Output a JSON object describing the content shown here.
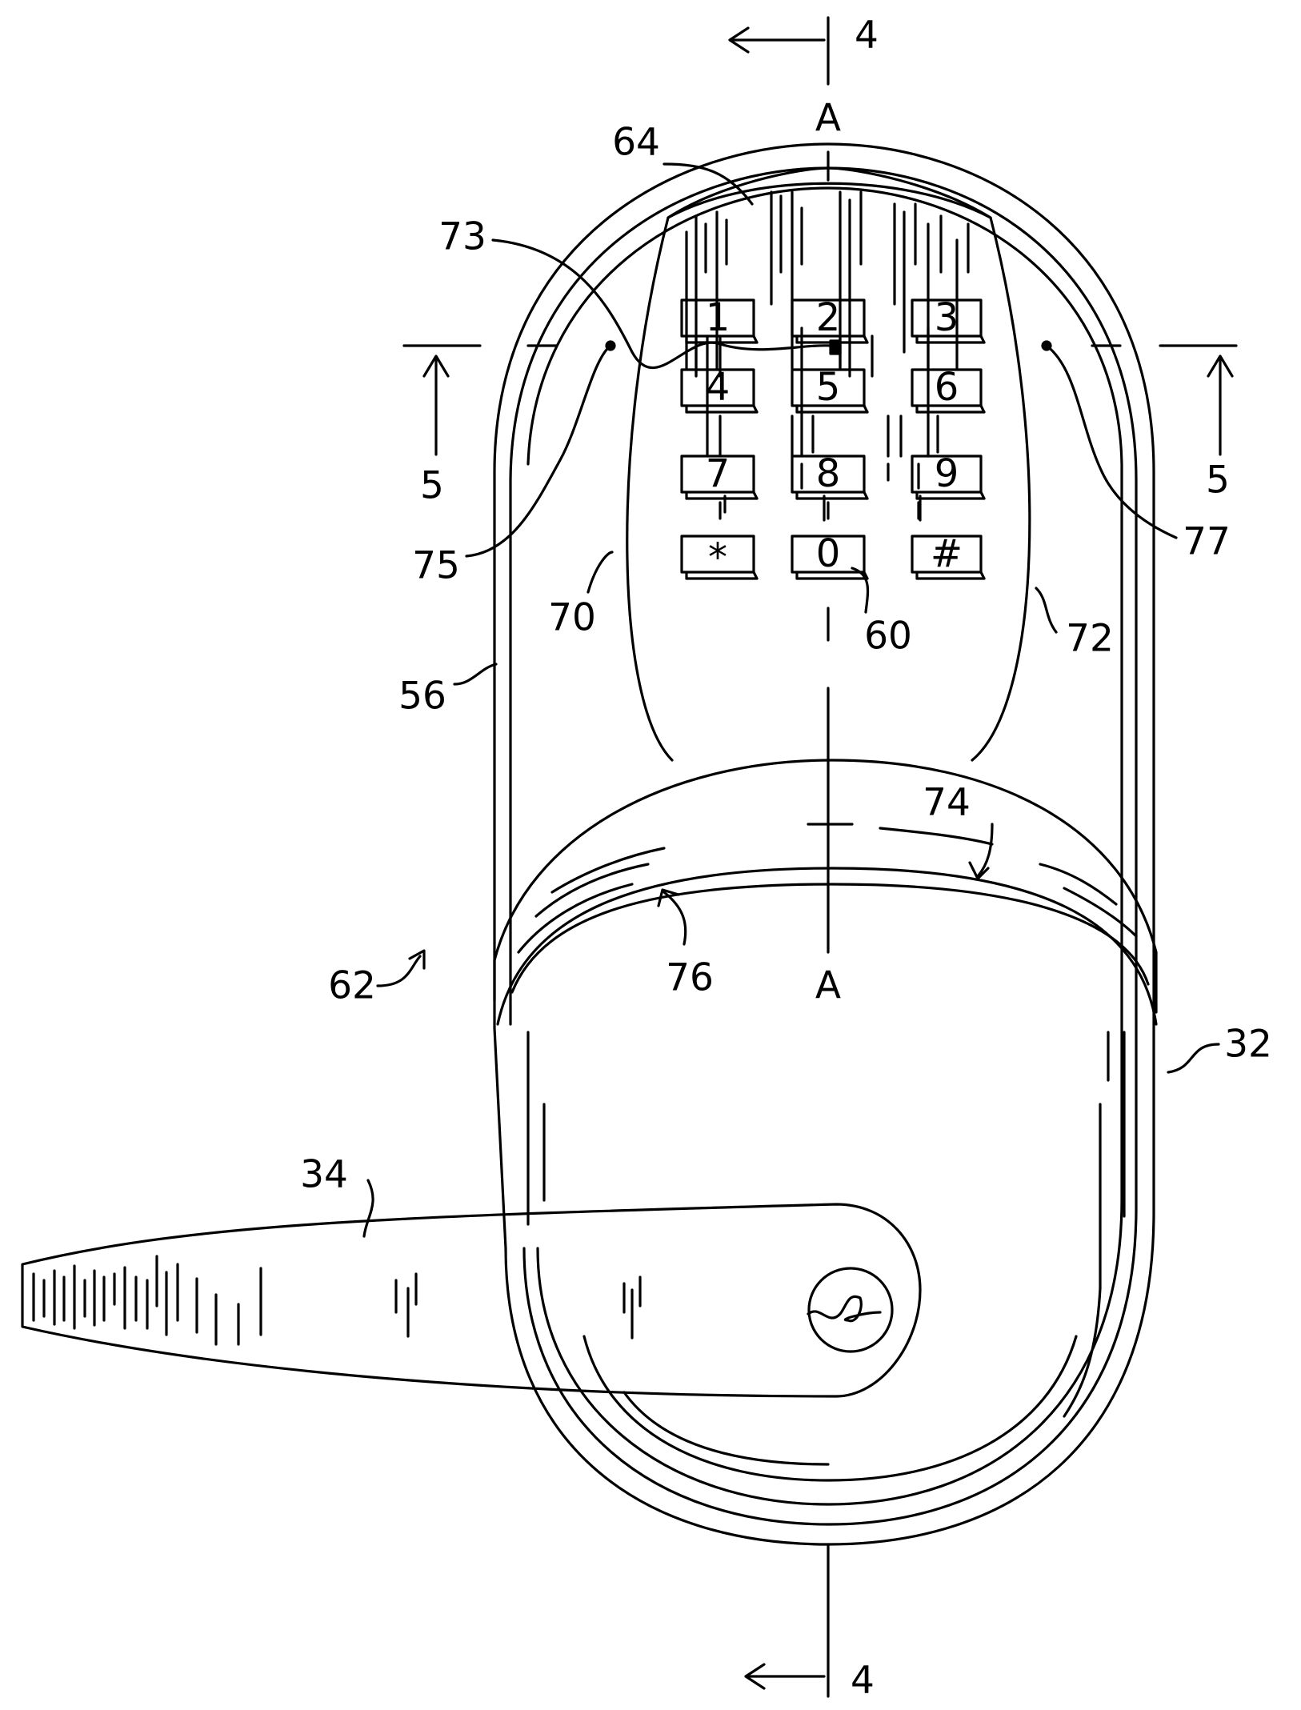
{
  "section_marks": {
    "top_number": "4",
    "bottom_number": "4",
    "left_number": "5",
    "right_number": "5",
    "axis_top": "A",
    "axis_bottom": "A"
  },
  "keypad": {
    "keys": [
      "1",
      "2",
      "3",
      "4",
      "5",
      "6",
      "7",
      "8",
      "9",
      "*",
      "0",
      "#"
    ]
  },
  "reference_numerals": {
    "r64": "64",
    "r73": "73",
    "r75": "75",
    "r70": "70",
    "r60": "60",
    "r72": "72",
    "r77": "77",
    "r56": "56",
    "r74": "74",
    "r76": "76",
    "r62": "62",
    "r32": "32",
    "r34": "34"
  }
}
